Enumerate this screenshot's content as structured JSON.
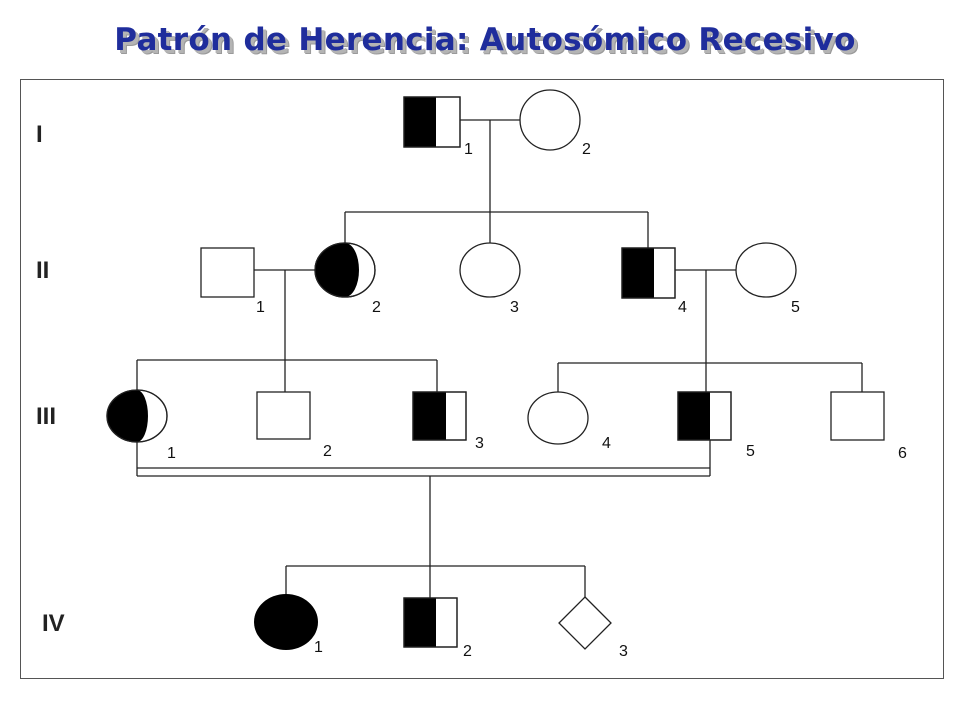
{
  "title": "Patrón de Herencia: Autosómico Recesivo",
  "generations": [
    "I",
    "II",
    "III",
    "IV"
  ],
  "individuals": {
    "I": [
      {
        "num": "1",
        "sex": "male",
        "status": "carrier"
      },
      {
        "num": "2",
        "sex": "female",
        "status": "unaffected"
      }
    ],
    "II": [
      {
        "num": "1",
        "sex": "male",
        "status": "unaffected"
      },
      {
        "num": "2",
        "sex": "female",
        "status": "carrier"
      },
      {
        "num": "3",
        "sex": "female",
        "status": "unaffected"
      },
      {
        "num": "4",
        "sex": "male",
        "status": "carrier"
      },
      {
        "num": "5",
        "sex": "female",
        "status": "unaffected"
      }
    ],
    "III": [
      {
        "num": "1",
        "sex": "female",
        "status": "carrier"
      },
      {
        "num": "2",
        "sex": "male",
        "status": "unaffected"
      },
      {
        "num": "3",
        "sex": "male",
        "status": "carrier"
      },
      {
        "num": "4",
        "sex": "female",
        "status": "unaffected"
      },
      {
        "num": "5",
        "sex": "male",
        "status": "carrier"
      },
      {
        "num": "6",
        "sex": "male",
        "status": "unaffected"
      }
    ],
    "IV": [
      {
        "num": "1",
        "sex": "female",
        "status": "affected"
      },
      {
        "num": "2",
        "sex": "male",
        "status": "carrier"
      },
      {
        "num": "3",
        "sex": "unknown",
        "status": "unaffected"
      }
    ]
  },
  "colors": {
    "title": "#1f2d9c",
    "fill": "#000000",
    "line": "#222222"
  }
}
